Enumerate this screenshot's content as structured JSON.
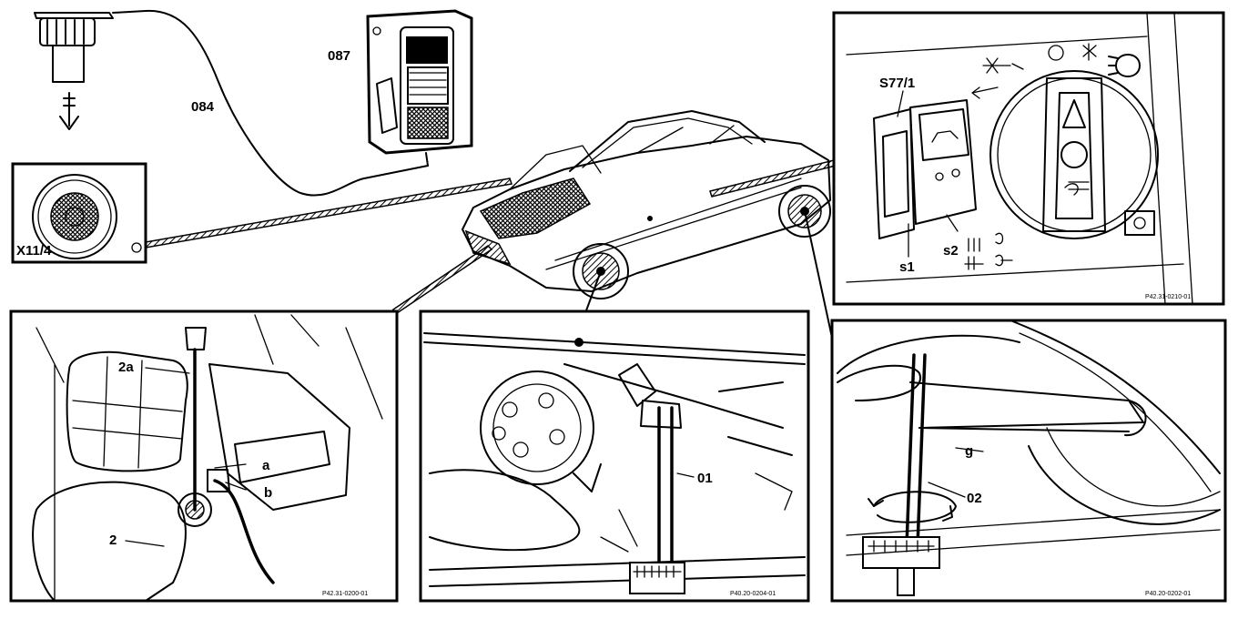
{
  "labels": {
    "tester": "087",
    "cable": "084",
    "socket": "X11/4",
    "switch_unit": "S77/1",
    "switch_s1": "s1",
    "switch_s2": "s2",
    "engine_part": "2",
    "engine_part_a": "2a",
    "point_a": "a",
    "point_b": "b",
    "tool_01": "01",
    "tool_02": "02",
    "detail_g": "g"
  },
  "figure_codes": {
    "switch_panel": "P42.31-0210-01",
    "engine_bay": "P42.31-0200-01",
    "under_car": "P40.20-0204-01",
    "wheel_arch": "P40.20-0202-01"
  }
}
